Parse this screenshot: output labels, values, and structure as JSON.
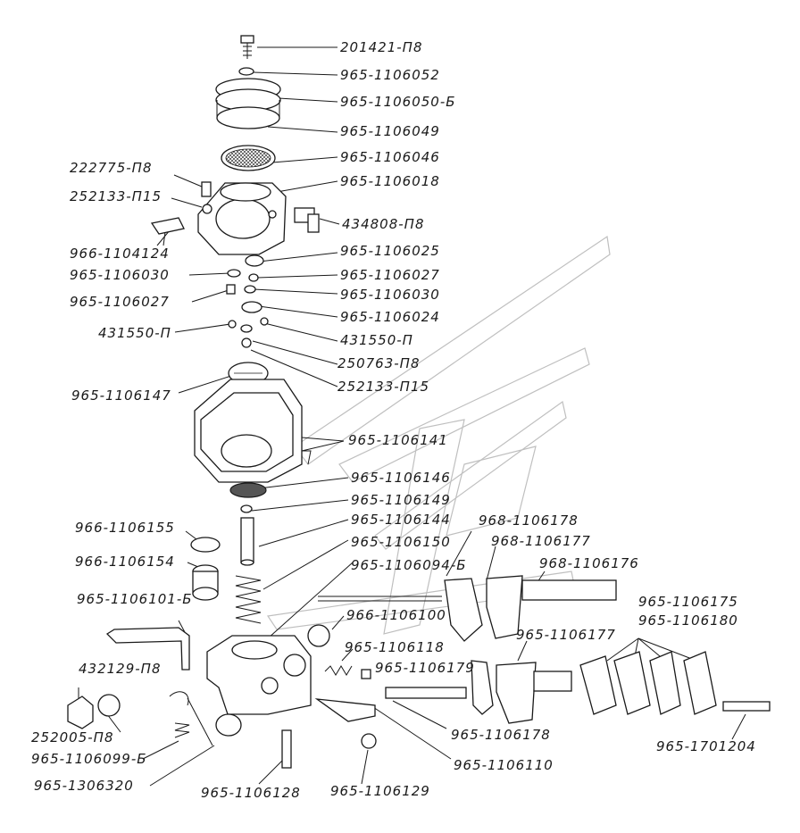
{
  "labels": [
    "201421-П8",
    "965-1106052",
    "965-1106050-Б",
    "965-1106049",
    "965-1106046",
    "965-1106018",
    "222775-П8",
    "252133-П15",
    "434808-П8",
    "966-1104124",
    "965-1106025",
    "965-1106030",
    "965-1106027",
    "965-1106027",
    "965-1106030",
    "965-1106024",
    "431550-П",
    "431550-П",
    "250763-П8",
    "252133-П15",
    "965-1106147",
    "965-1106141",
    "965-1106146",
    "965-1106149",
    "966-1106155",
    "965-1106144",
    "965-1106150",
    "966-1106154",
    "965-1106094-Б",
    "968-1106178",
    "968-1106177",
    "968-1106176",
    "965-1106101-Б",
    "966-1106100",
    "965-1106175",
    "965-1106180",
    "965-1106118",
    "965-1106177",
    "432129-П8",
    "965-1106179",
    "252005-П8",
    "965-1106099-Б",
    "965-1106178",
    "965-1701204",
    "965-1306320",
    "965-1106128",
    "965-1106129",
    "965-1106110"
  ]
}
